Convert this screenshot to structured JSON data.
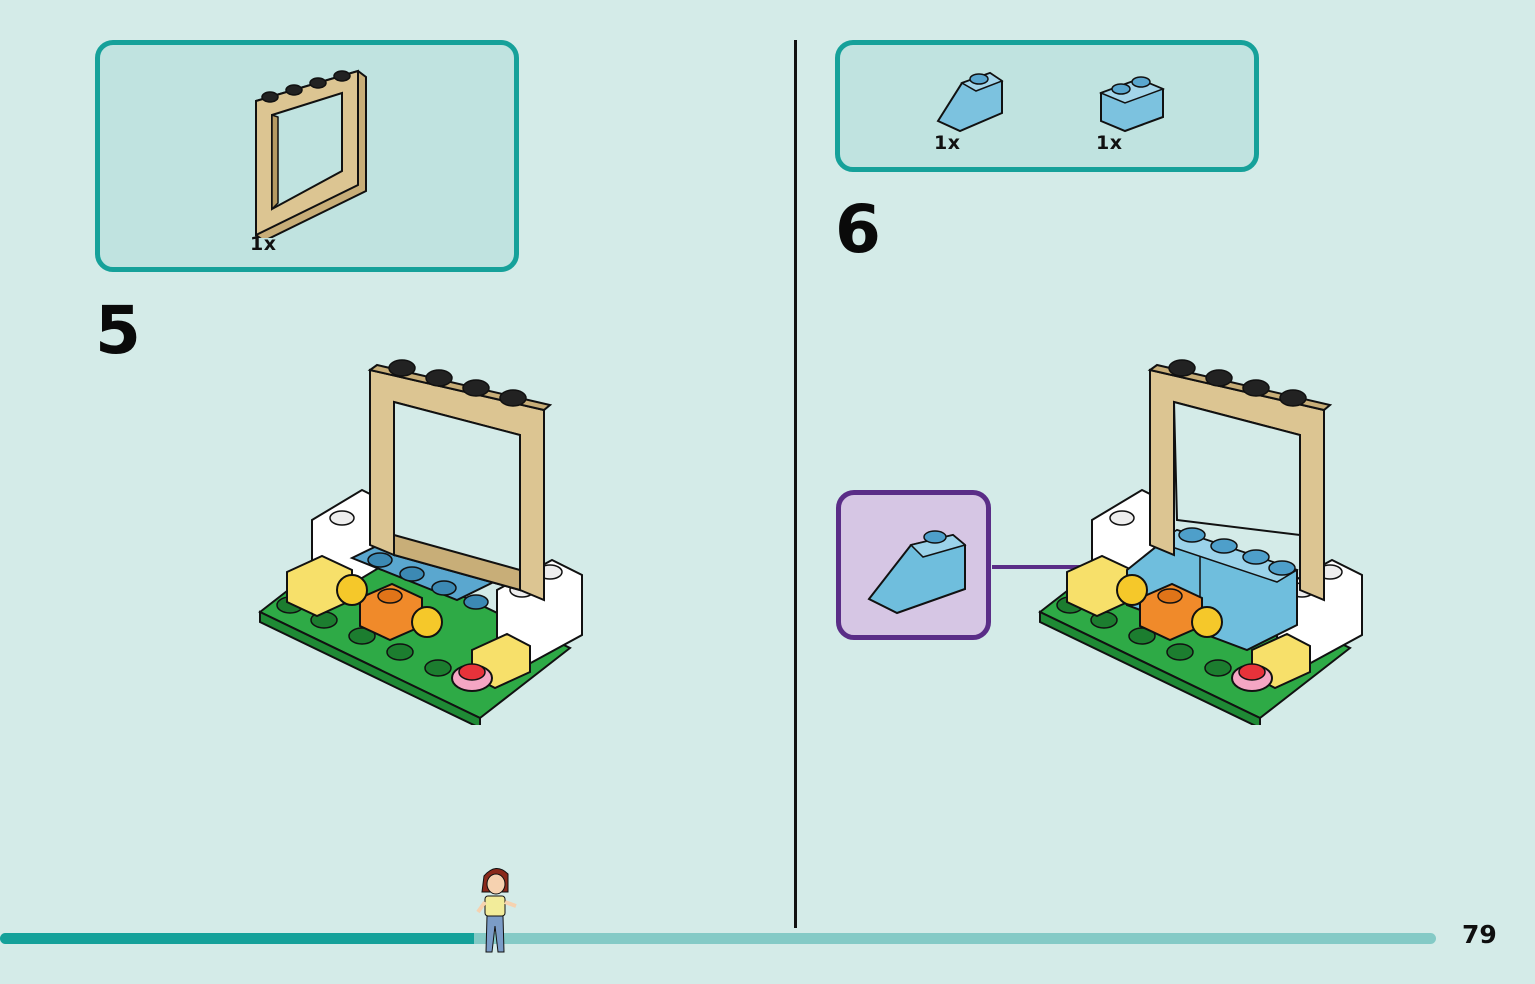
{
  "page": {
    "number": "79",
    "build_progress": 0.33
  },
  "colors": {
    "background": "#d4ebe8",
    "parts_box_border": "#16a19a",
    "progress_fill": "#14a19a",
    "callout_border": "#5a2d87",
    "tan": "#dcc592",
    "blue": "#7cc2df",
    "green": "#2eaa46"
  },
  "steps": [
    {
      "number": "5",
      "parts": [
        {
          "icon": "tan-window-frame-icon",
          "qty": "1x"
        }
      ]
    },
    {
      "number": "6",
      "parts": [
        {
          "icon": "blue-slope-brick-icon",
          "qty": "1x"
        },
        {
          "icon": "blue-brick-1x2-icon",
          "qty": "1x"
        }
      ]
    }
  ]
}
